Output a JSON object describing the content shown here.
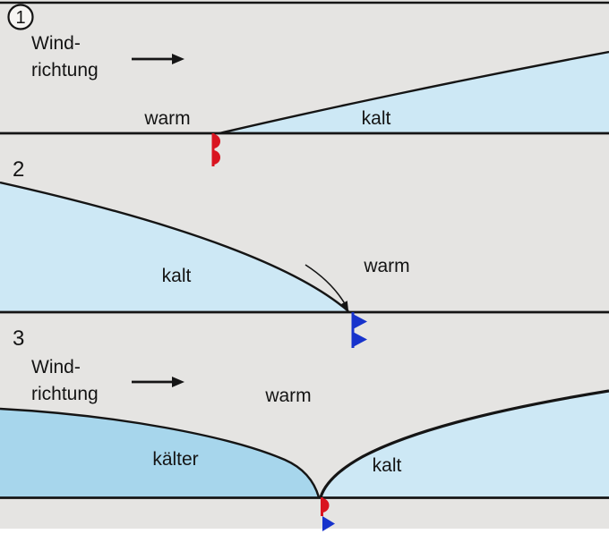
{
  "figure": {
    "type": "weather-front-diagram",
    "panel_count": "3"
  },
  "colors": {
    "background_gray": "#e5e4e2",
    "background_white": "#ffffff",
    "wedge_light_blue": "#cde8f5",
    "wedge_medium_blue": "#a7d6ec",
    "warm_front_red": "#d91420",
    "cold_front_blue": "#1733cc"
  },
  "front_symbols": {
    "panel1": "warm-front-red-semicircles",
    "panel2": "cold-front-blue-triangles",
    "panel3": "occluded-front-red-semicircle-blue-triangle"
  },
  "panels": [
    {
      "number": "1",
      "wind_line1": "Wind-",
      "wind_line2": "richtung",
      "label_left": "warm",
      "label_right": "kalt",
      "front": "warm-front"
    },
    {
      "number": "2",
      "label_left": "kalt",
      "label_right": "warm",
      "front": "cold-front"
    },
    {
      "number": "3",
      "wind_line1": "Wind-",
      "wind_line2": "richtung",
      "label_top": "warm",
      "label_left": "kälter",
      "label_right": "kalt",
      "front": "occluded-front"
    }
  ]
}
